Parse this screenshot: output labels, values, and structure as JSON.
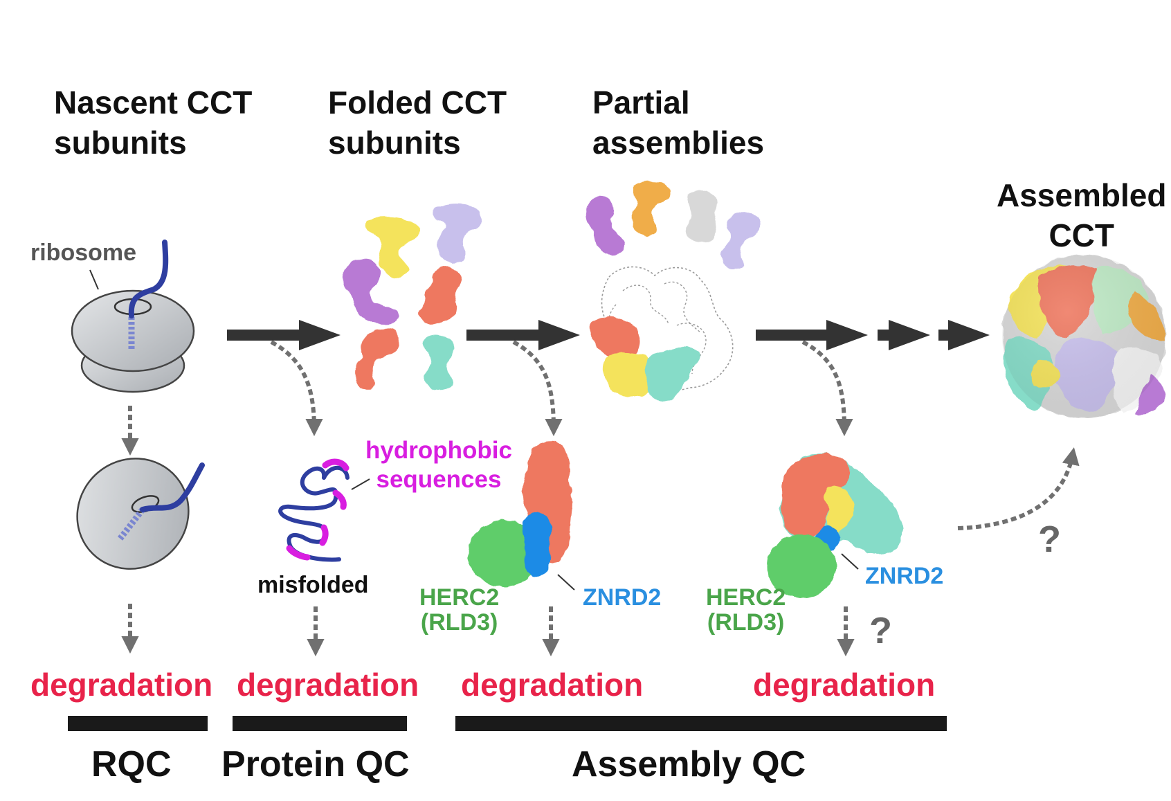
{
  "stages": {
    "nascent": "Nascent CCT\nsubunits",
    "folded": "Folded CCT\nsubunits",
    "partial": "Partial\nassemblies",
    "assembled": "Assembled\nCCT"
  },
  "labels": {
    "ribosome": "ribosome",
    "hydrophobic": "hydrophobic\nsequences",
    "misfolded": "misfolded",
    "herc2_a": "HERC2\n(RLD3)",
    "herc2_b": "HERC2\n(RLD3)",
    "znrd2_a": "ZNRD2",
    "znrd2_b": "ZNRD2",
    "question_a": "?",
    "question_b": "?"
  },
  "degradation": {
    "d1": "degradation",
    "d2": "degradation",
    "d3": "degradation",
    "d4": "degradation"
  },
  "qc": {
    "rqc": "RQC",
    "protein": "Protein QC",
    "assembly": "Assembly QC"
  },
  "colors": {
    "degradation": "#e8234a",
    "herc2": "#4aa54a",
    "znrd2": "#2a8fe0",
    "hydrophobic": "#d81ee0",
    "arrow": "#333333",
    "dashed_arrow": "#707070",
    "nascent_chain": "#2e3ea0",
    "subunit_yellow": "#f4e35c",
    "subunit_lavender": "#c8c0ec",
    "subunit_purple": "#b87ad4",
    "subunit_salmon": "#ee7860",
    "subunit_teal": "#86dcc8",
    "subunit_orange": "#f0ad4a",
    "subunit_gray": "#d8d8d8",
    "subunit_mint": "#bfeac6"
  }
}
